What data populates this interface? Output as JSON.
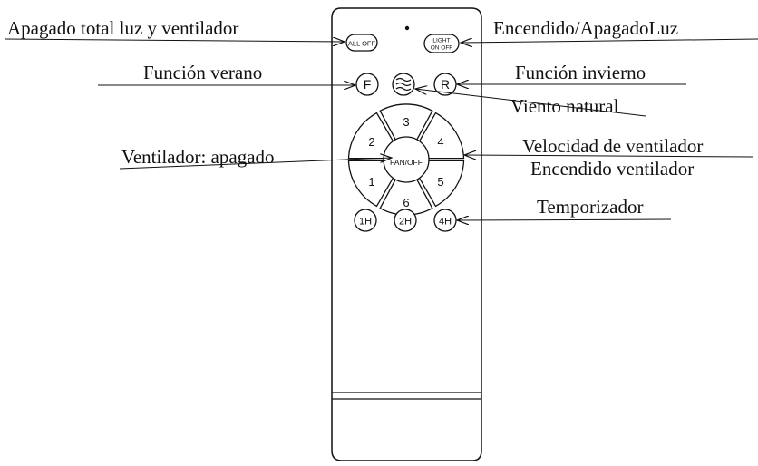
{
  "labels": {
    "all_off": "Apagado total luz y ventilador",
    "light": "Encendido/ApagadoLuz",
    "summer": "Función verano",
    "winter": "Función invierno",
    "natural_wind": "Viento natural",
    "fan_off": "Ventilador: apagado",
    "fan_speed": "Velocidad de ventilador",
    "fan_on": "Encendido ventilador",
    "timer": "Temporizador"
  },
  "buttons": {
    "all_off": "ALL OFF",
    "light_line1": "LIGHT",
    "light_line2": "ON OFF",
    "summer": "F",
    "winter": "R",
    "center": "FAN/OFF",
    "speeds": [
      "3",
      "4",
      "5",
      "6",
      "1",
      "2"
    ],
    "timers": [
      "1H",
      "2H",
      "4H"
    ]
  },
  "icons": {
    "natural_wind": "wind-waves-icon",
    "indicator": "led-dot-icon"
  }
}
